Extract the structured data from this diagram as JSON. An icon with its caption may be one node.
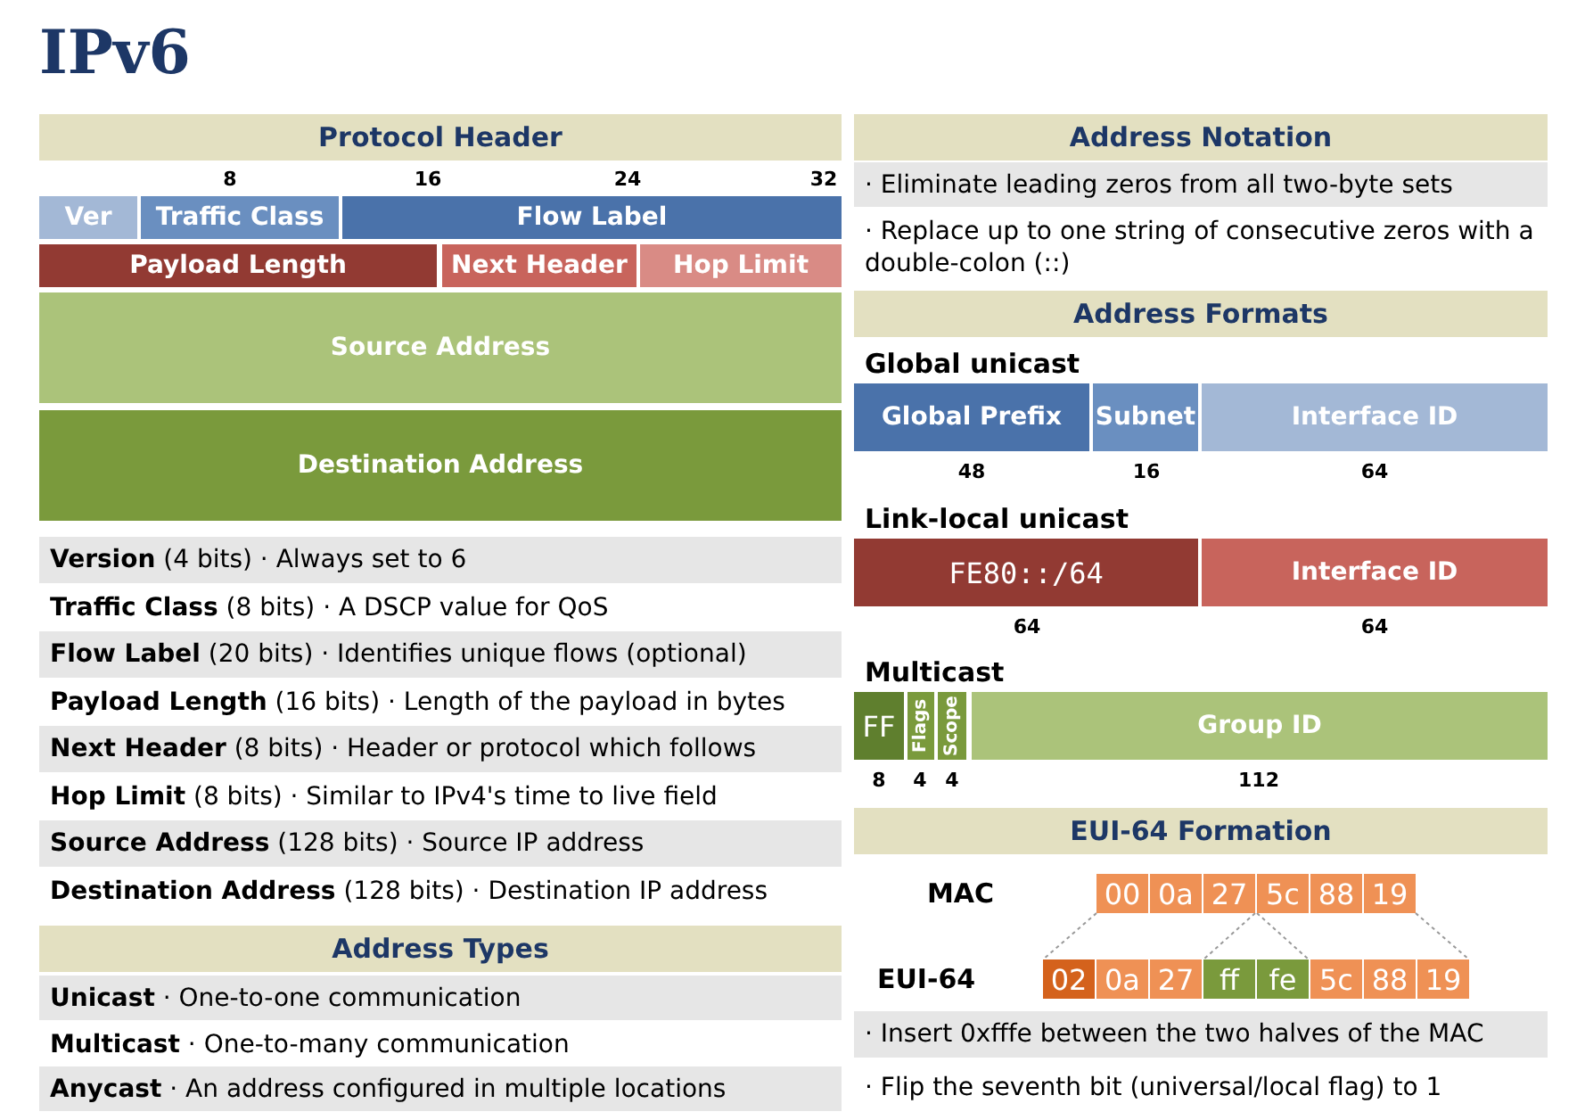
{
  "diagram": {
    "title": "IPv6",
    "nodes": [
      {
        "text": [
          "Protocol Header"
        ]
      },
      {
        "text": [
          "Ver"
        ]
      },
      {
        "text": [
          "Traffic Class"
        ]
      },
      {
        "text": [
          "Flow Label"
        ]
      },
      {
        "text": [
          "Payload Length"
        ]
      },
      {
        "text": [
          "Next Header"
        ]
      },
      {
        "text": [
          "Hop Limit"
        ]
      },
      {
        "text": [
          "Source Address"
        ]
      },
      {
        "text": [
          "Destination Address"
        ]
      },
      {
        "text": [
          "Address Types"
        ]
      },
      {
        "text": [
          "Address Notation"
        ]
      },
      {
        "text": [
          "Address Formats"
        ]
      },
      {
        "text": [
          "Global Prefix"
        ]
      },
      {
        "text": [
          "Subnet"
        ]
      },
      {
        "text": [
          "Interface ID"
        ]
      },
      {
        "text": [
          "FE80::/64"
        ]
      },
      {
        "text": [
          "Interface ID"
        ]
      },
      {
        "text": [
          "FF"
        ]
      },
      {
        "text": [
          "Flags"
        ]
      },
      {
        "text": [
          "Scope"
        ]
      },
      {
        "text": [
          "Group ID"
        ]
      },
      {
        "text": [
          "EUI-64 Formation"
        ]
      },
      {
        "text": [
          "00"
        ]
      },
      {
        "text": [
          "0a"
        ]
      },
      {
        "text": [
          "27"
        ]
      },
      {
        "text": [
          "5c"
        ]
      },
      {
        "text": [
          "88"
        ]
      },
      {
        "text": [
          "19"
        ]
      },
      {
        "text": [
          "02"
        ]
      },
      {
        "text": [
          "0a"
        ]
      },
      {
        "text": [
          "27"
        ]
      },
      {
        "text": [
          "ff"
        ]
      },
      {
        "text": [
          "fe"
        ]
      },
      {
        "text": [
          "5c"
        ]
      },
      {
        "text": [
          "88"
        ]
      },
      {
        "text": [
          "19"
        ]
      }
    ],
    "edges": [
      {
        "from": 22,
        "to": 28,
        "arrow": "none",
        "style": "dashed"
      },
      {
        "from": 24,
        "to": 31,
        "arrow": "none",
        "style": "dashed"
      },
      {
        "from": 25,
        "to": 32,
        "arrow": "none",
        "style": "dashed"
      },
      {
        "from": 27,
        "to": 35,
        "arrow": "none",
        "style": "dashed"
      }
    ],
    "labels": [
      "8",
      "16",
      "24",
      "32",
      "**Version** (4 bits) · Always set to 6",
      "**Traffic Class** (8 bits) · A DSCP value for QoS",
      "**Flow Label** (20 bits) · Identifies unique flows (optional)",
      "**Payload Length** (16 bits) · Length of the payload in bytes",
      "**Next Header** (8 bits) · Header or protocol which follows",
      "**Hop Limit** (8 bits) · Similar to IPv4's time to live field",
      "**Source Address** (128 bits) · Source IP address",
      "**Destination Address** (128 bits) · Destination IP address",
      "**Unicast** · One-to-one communication",
      "**Multicast** · One-to-many communication",
      "**Anycast** · An address configured in multiple locations",
      "· Eliminate leading zeros from all two-byte sets",
      "· Replace up to one string of consecutive zeros with a double-colon (::)",
      "Global unicast",
      "48",
      "16",
      "64",
      "Link-local unicast",
      "64",
      "64",
      "Multicast",
      "8",
      "4",
      "4",
      "112",
      "MAC",
      "EUI-64",
      "· Insert 0xfffe between the two halves of the MAC",
      "· Flip the seventh bit (universal/local flag) to 1"
    ]
  }
}
